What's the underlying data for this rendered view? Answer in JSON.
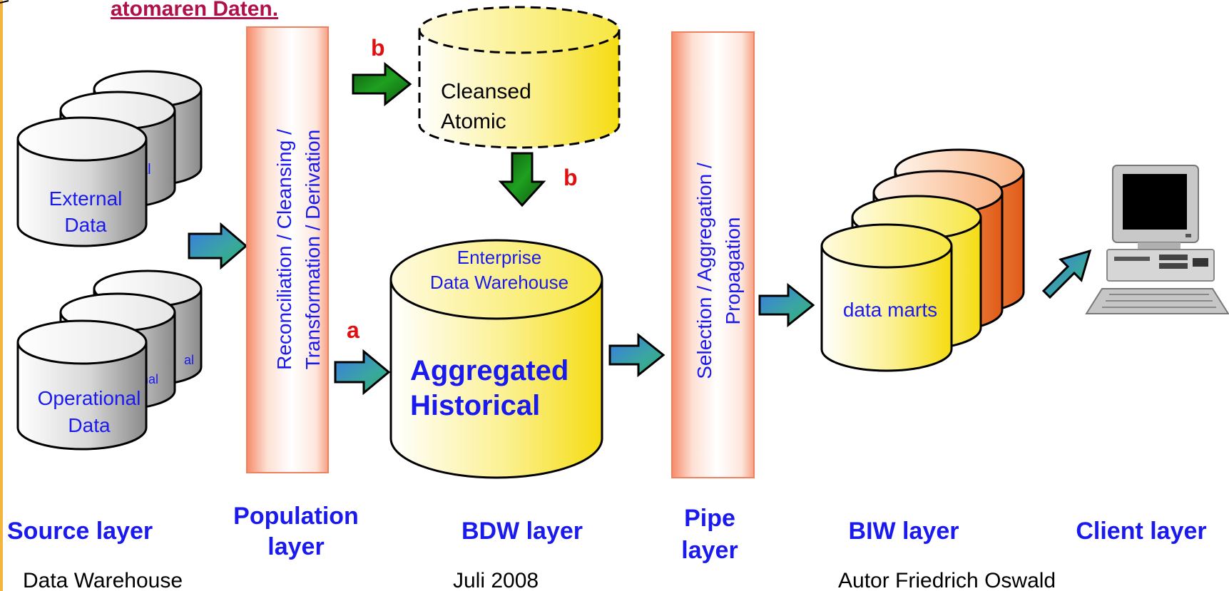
{
  "header_fragment": "atomaren Daten.",
  "markers": {
    "a": "a",
    "b_top": "b",
    "b_side": "b"
  },
  "cylinders": {
    "cleansed": {
      "line1": "Cleansed",
      "line2": "Atomic"
    },
    "external": {
      "line1": "External",
      "line2": "Data",
      "partial_back": "al"
    },
    "operational": {
      "line1": "Operational",
      "line2": "Data",
      "partial_back1": "al",
      "partial_back2": "nal"
    },
    "warehouse": {
      "top1": "Enterprise",
      "top2": "Data Warehouse",
      "body1": "Aggregated",
      "body2": "Historical"
    },
    "data_marts": {
      "label": "data marts"
    }
  },
  "bands": {
    "population": {
      "line1": "Reconciliation / Cleansing /",
      "line2": "Transformation / Derivation"
    },
    "pipe": {
      "line1": "Selection / Aggregation /",
      "line2": "Propagation"
    }
  },
  "layers": {
    "source": "Source layer",
    "population1": "Population",
    "population2": "layer",
    "bdw": "BDW layer",
    "pipe1": "Pipe",
    "pipe2": "layer",
    "biw": "BIW layer",
    "client": "Client layer"
  },
  "footer": {
    "left": "Data Warehouse",
    "center": "Juli 2008",
    "right": "Autor Friedrich Oswald"
  },
  "colors": {
    "label_blue": "#1a1aee",
    "marker_red": "#e01010",
    "header_magenta": "#b0104a",
    "band_edge": "#f08060",
    "yellow": "#f7e52a",
    "orange": "#e8601a"
  }
}
